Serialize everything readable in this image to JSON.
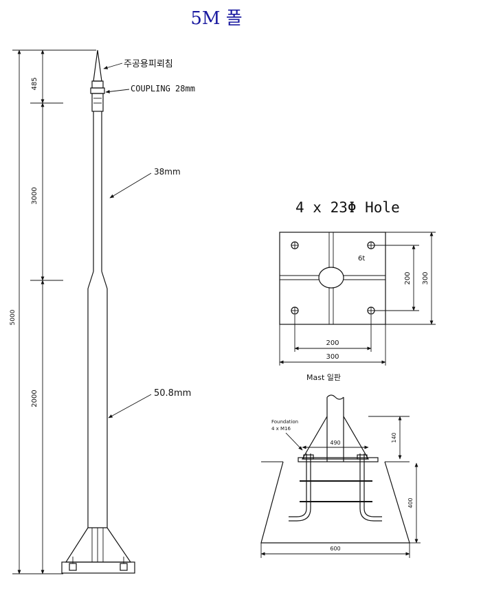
{
  "title": "5M 폴",
  "pole": {
    "dim_485": "485",
    "dim_3000": "3000",
    "dim_2000": "2000",
    "dim_5000": "5000",
    "label_rod": "주공용피뢰침",
    "label_coupling": "COUPLING 28mm",
    "label_38": "38mm",
    "label_508": "50.8mm"
  },
  "plate": {
    "title": "4 x 23Φ Hole",
    "thickness": "6t",
    "dim_h200": "200",
    "dim_h300": "300",
    "dim_v200": "200",
    "dim_v300": "300",
    "caption": "Mast 일판"
  },
  "foundation": {
    "label_line1": "Foundation",
    "label_line2": "4 x M16",
    "dim_490": "490",
    "dim_140": "140",
    "dim_400": "400",
    "dim_600": "600"
  },
  "colors": {
    "title": "#1a1aa0",
    "line": "#111111"
  }
}
